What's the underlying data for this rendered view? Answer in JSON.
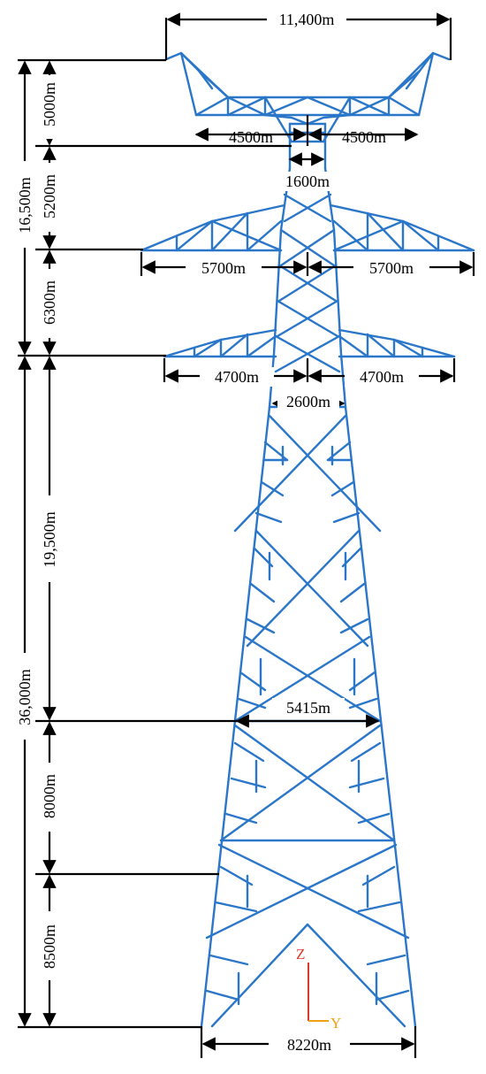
{
  "dimensions": {
    "top_width": "11,400m",
    "crossarm1_left": "4500m",
    "crossarm1_right": "4500m",
    "neck_width": "1600m",
    "crossarm2_left": "5700m",
    "crossarm2_right": "5700m",
    "crossarm3_left": "4700m",
    "crossarm3_right": "4700m",
    "waist_width": "2600m",
    "mid_width": "5415m",
    "base_width": "8220m",
    "h_top_total": "16,500m",
    "h_5000": "5000m",
    "h_5200": "5200m",
    "h_6300": "6300m",
    "h_bottom_total": "36,000m",
    "h_19500": "19,500m",
    "h_8000": "8000m",
    "h_8500": "8500m"
  },
  "axes": {
    "z_label": "Z",
    "y_label": "Y",
    "z_color": "#e0392b",
    "y_color": "#f2a013"
  },
  "colors": {
    "tower": "#2a76c9",
    "dimension": "#000000"
  }
}
